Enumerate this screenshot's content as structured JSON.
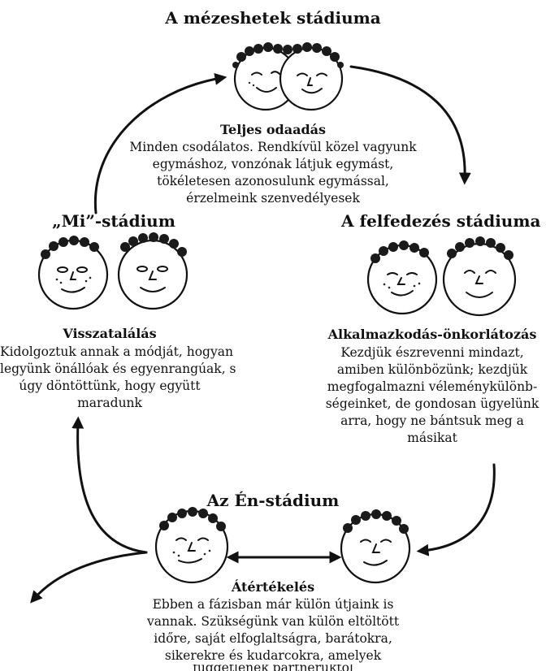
{
  "honeymoon": {
    "title": "A mézeshetek stádiuma",
    "subtitle": "Teljes odaadás",
    "lines": [
      "Minden csodálatos. Rendkívül közel vagyunk",
      "egymáshoz, vonzónak látjuk egymást,",
      "tökéletesen azonosulunk egymással,",
      "érzelmeink szenvedélyesek"
    ]
  },
  "discovery": {
    "title": "A felfedezés stádiuma",
    "subtitle": "Alkalmazkodás-önkorlátozás",
    "lines": [
      "Kezdjük észrevenni mindazt,",
      "amiben különbözünk; kezdjük",
      "megfogalmazni véleménykülönb-",
      "ségeinket, de gondosan ügyelünk",
      "arra, hogy ne bántsuk meg a",
      "másikat"
    ]
  },
  "self": {
    "title": "Az Én-stádium",
    "subtitle": "Átértékelés",
    "lines": [
      "Ebben a fázisban már külön útjaink is",
      "vannak. Szükségünk van külön eltöltött",
      "időre, saját elfoglaltságra, barátokra,",
      "sikerekre és kudarcokra, amelyek",
      "függetlenek partnerüktől"
    ]
  },
  "we": {
    "title": "„Mi”-stádium",
    "subtitle": "Visszatalálás",
    "lines": [
      "Kidolgoztuk annak a módját, hogyan",
      "legyünk önállóak és egyenrangúak, s",
      "úgy döntöttünk, hogy együtt",
      "maradunk"
    ]
  }
}
